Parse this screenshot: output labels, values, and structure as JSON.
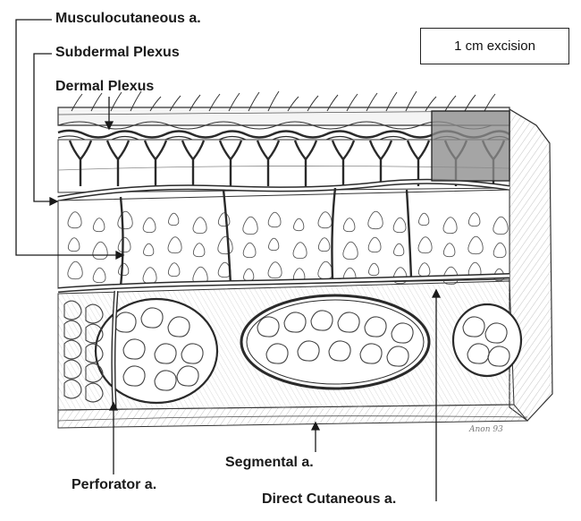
{
  "labels": {
    "musculocutaneous": "Musculocutaneous a.",
    "subdermal_plexus": "Subdermal Plexus",
    "dermal_plexus": "Dermal Plexus",
    "perforator": "Perforator a.",
    "segmental": "Segmental a.",
    "direct_cutaneous": "Direct Cutaneous a."
  },
  "excision_box": {
    "text": "1 cm excision"
  },
  "signature": "Anon 93",
  "colors": {
    "line": "#2a2a2a",
    "vessel_fill": "#ffffff",
    "excision_overlay": "#8c8c8c",
    "hatch": "#9a9a9a"
  }
}
